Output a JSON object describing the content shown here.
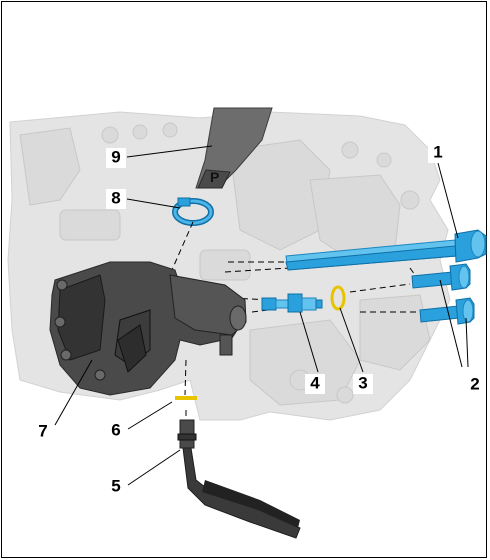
{
  "figure": {
    "background": "#ffffff",
    "part_color": "#2aa0dc",
    "seal_color": "#e8c400"
  },
  "callouts": [
    {
      "id": "1",
      "text": "1"
    },
    {
      "id": "2",
      "text": "2"
    },
    {
      "id": "3",
      "text": "3"
    },
    {
      "id": "4",
      "text": "4"
    },
    {
      "id": "5",
      "text": "5"
    },
    {
      "id": "6",
      "text": "6"
    },
    {
      "id": "7",
      "text": "7"
    },
    {
      "id": "8",
      "text": "8"
    },
    {
      "id": "9",
      "text": "9"
    }
  ],
  "hose_marking": "P"
}
